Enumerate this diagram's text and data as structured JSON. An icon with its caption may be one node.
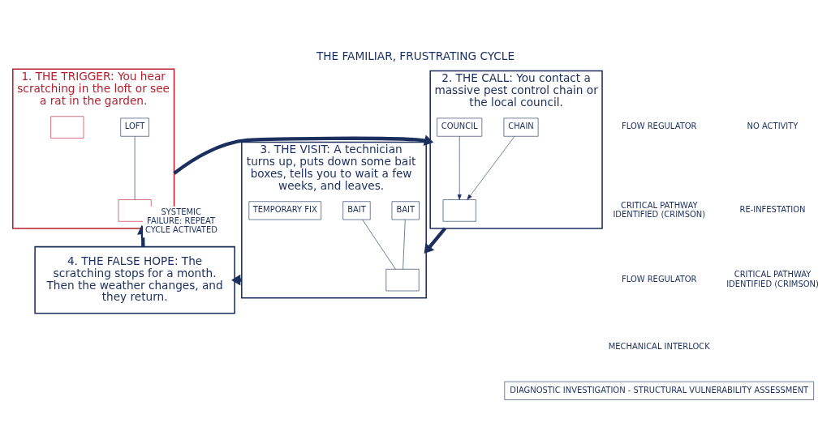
{
  "diagram": {
    "title": "THE FAMILIAR, FRUSTRATING CYCLE",
    "caption": "DIAGNOSTIC INVESTIGATION - STRUCTURAL VULNERABILITY ASSESSMENT",
    "nodes": [
      {
        "text": [
          "1. THE TRIGGER: You hear scratching in the loft or see a rat in the garden."
        ]
      },
      {
        "text": [],
        "shape": "box",
        "in": 0
      },
      {
        "text": [
          "LOFT"
        ],
        "in": 0
      },
      {
        "text": [],
        "shape": "box",
        "in": 0
      },
      {
        "text": [
          "2. THE CALL: You contact a massive pest control chain or the local council."
        ]
      },
      {
        "text": [],
        "shape": "box",
        "in": 4
      },
      {
        "text": [
          "CHAIN"
        ],
        "in": 4
      },
      {
        "text": [
          "COUNCIL"
        ],
        "in": 4
      },
      {
        "text": [
          "3. THE VISIT: A technician turns up, puts down some bait boxes, tells you to wait a few weeks, and leaves."
        ]
      },
      {
        "text": [],
        "shape": "box",
        "in": 8
      },
      {
        "text": [
          "BAIT"
        ],
        "in": 8
      },
      {
        "text": [
          "BAIT"
        ],
        "in": 8
      },
      {
        "text": [
          "TEMPORARY FIX"
        ],
        "in": 8
      },
      {
        "text": [
          "4. THE FALSE HOPE: The scratching stops for a month. Then the weather changes, and they return."
        ]
      }
    ],
    "edges": [
      {
        "from": 0,
        "to": 4,
        "arrow": "to",
        "style": "thick"
      },
      {
        "from": 4,
        "to": 8,
        "arrow": "to",
        "style": "thick"
      },
      {
        "from": 8,
        "to": 13,
        "arrow": "to",
        "style": "thick"
      },
      {
        "from": 13,
        "to": 0,
        "arrow": "to",
        "style": "thick",
        "label": "SYSTEMIC FAILURE: REPEAT CYCLE ACTIVATED"
      },
      {
        "from": 2,
        "to": 1,
        "arrow": "none"
      },
      {
        "from": 6,
        "to": 5,
        "arrow": "to"
      },
      {
        "from": 7,
        "to": 5,
        "arrow": "to"
      },
      {
        "from": 10,
        "to": 9,
        "arrow": "none"
      },
      {
        "from": 11,
        "to": 9,
        "arrow": "none"
      }
    ],
    "labels": [
      "FLOW REGULATOR",
      "CRITICAL PATHWAY IDENTIFIED (CRIMSON)",
      "FLOW REGULATOR",
      "MECHANICAL INTERLOCK",
      "NO ACTIVITY",
      "RE-INFESTATION",
      "CRITICAL PATHWAY IDENTIFIED (CRIMSON)"
    ]
  }
}
